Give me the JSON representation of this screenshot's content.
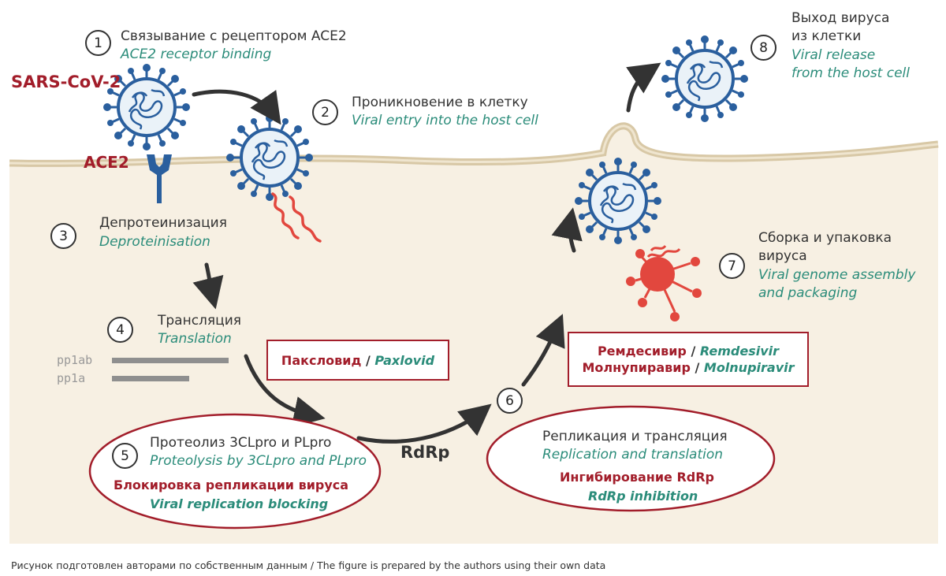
{
  "virus_label": "SARS-CoV-2",
  "receptor_label": "ACE2",
  "rdrp_label": "RdRp",
  "steps": {
    "1": {
      "num": "1",
      "ru": "Связывание с рецептором ACE2",
      "en": "ACE2 receptor binding"
    },
    "2": {
      "num": "2",
      "ru": "Проникновение в клетку",
      "en": "Viral entry into the host cell"
    },
    "3": {
      "num": "3",
      "ru": "Депротеинизация",
      "en": "Deproteinisation"
    },
    "4": {
      "num": "4",
      "ru": "Трансляция",
      "en": "Translation"
    },
    "5": {
      "num": "5",
      "ru": "Протеолиз 3CLpro и PLpro",
      "en": "Proteolysis by 3CLpro and PLpro",
      "ru_block": "Блокировка репликации вируса",
      "en_block": "Viral replication blocking"
    },
    "6": {
      "num": "6",
      "ru": "Репликация и трансляция",
      "en": "Replication and translation",
      "ru_block": "Ингибирование RdRp",
      "en_block": "RdRp inhibition"
    },
    "7": {
      "num": "7",
      "ru_line1": "Сборка и упаковка",
      "ru_line2": "вируса",
      "en_line1": "Viral genome assembly",
      "en_line2": "and packaging"
    },
    "8": {
      "num": "8",
      "ru_line1": "Выход вируса",
      "ru_line2": "из клетки",
      "en_line1": "Viral release",
      "en_line2": "from the host cell"
    }
  },
  "polyproteins": [
    "pp1ab",
    "pp1a"
  ],
  "drugs": {
    "paxlovid_ru": "Паксловид",
    "paxlovid_en": "Paxlovid",
    "remdesivir_ru": "Ремдесивир",
    "remdesivir_en": "Remdesivir",
    "molnupiravir_ru": "Молнупиравир",
    "molnupiravir_en": "Molnupiravir",
    "separator": " / "
  },
  "caption": "Рисунок подготовлен авторами по собственным данным / The figure is prepared by the authors using their own data",
  "colors": {
    "cytoplasm": "#f7f0e3",
    "membrane": "#d8c8a6",
    "virus_blue": "#2a5f9e",
    "rna_red": "#e2473e",
    "drug_red": "#a21d2a",
    "english_teal": "#2b8c7a",
    "arrow": "#333333"
  }
}
